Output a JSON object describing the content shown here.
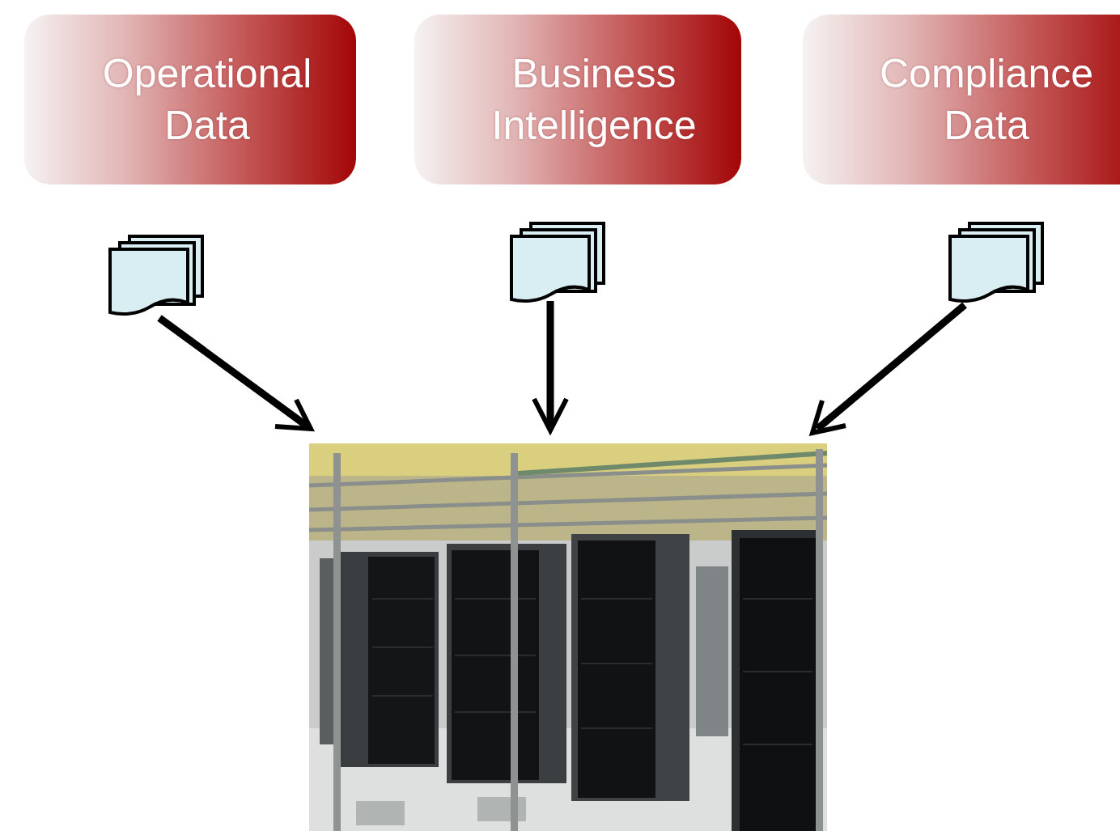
{
  "diagram": {
    "nodes": [
      {
        "text": [
          "Operational Data"
        ]
      },
      {
        "text": [
          "Business Intelligence"
        ]
      },
      {
        "text": [
          "Compliance Data"
        ]
      }
    ]
  }
}
